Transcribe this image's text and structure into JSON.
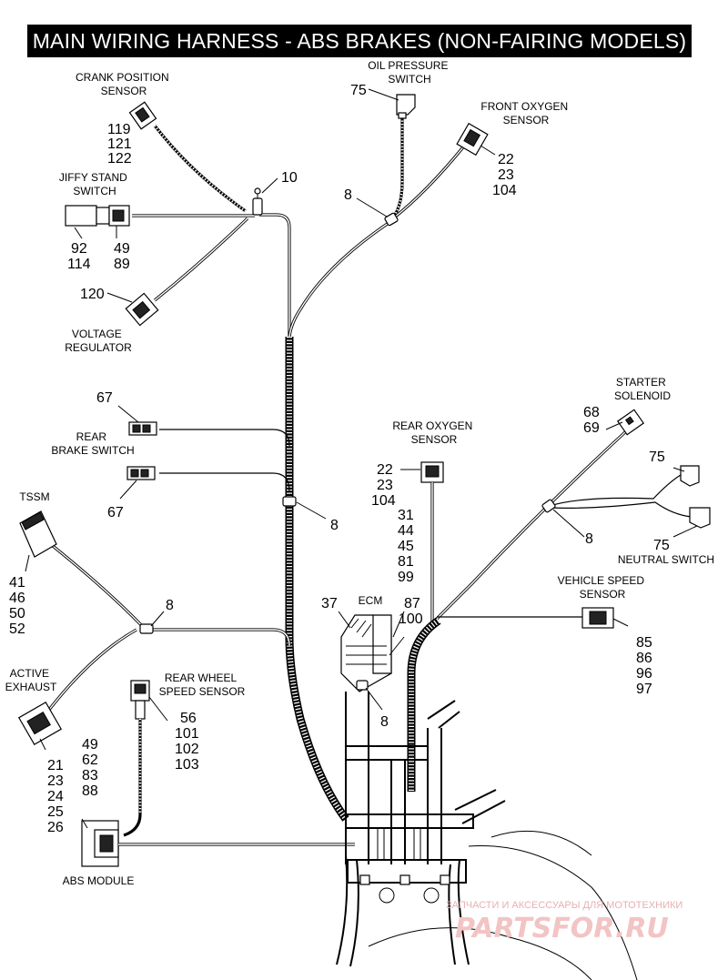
{
  "title": "MAIN WIRING HARNESS - ABS BRAKES (NON-FAIRING MODELS)",
  "labels": {
    "crank_position_sensor": [
      "CRANK POSITION",
      "SENSOR"
    ],
    "oil_pressure_switch": [
      "OIL PRESSURE",
      "SWITCH"
    ],
    "front_oxygen_sensor": [
      "FRONT OXYGEN",
      "SENSOR"
    ],
    "jiffy_stand_switch": [
      "JIFFY STAND",
      "SWITCH"
    ],
    "voltage_regulator": [
      "VOLTAGE",
      "REGULATOR"
    ],
    "rear_brake_switch": [
      "REAR",
      "BRAKE SWITCH"
    ],
    "tssm": [
      "TSSM"
    ],
    "rear_oxygen_sensor": [
      "REAR OXYGEN",
      "SENSOR"
    ],
    "starter_solenoid": [
      "STARTER",
      "SOLENOID"
    ],
    "neutral_switch": [
      "NEUTRAL SWITCH"
    ],
    "vehicle_speed_sensor": [
      "VEHICLE SPEED",
      "SENSOR"
    ],
    "ecm": [
      "ECM"
    ],
    "active_exhaust": [
      "ACTIVE",
      "EXHAUST"
    ],
    "rear_wheel_speed_sensor": [
      "REAR WHEEL",
      "SPEED SENSOR"
    ],
    "abs_module": [
      "ABS MODULE"
    ]
  },
  "callouts": {
    "crank": [
      "119",
      "121",
      "122"
    ],
    "oil": [
      "75"
    ],
    "front_o2": [
      "22",
      "23",
      "104"
    ],
    "clip_10": [
      "10"
    ],
    "clip_8_top": [
      "8"
    ],
    "jiffy_left": [
      "92",
      "114"
    ],
    "jiffy_right": [
      "49",
      "89"
    ],
    "vreg": [
      "120"
    ],
    "brake_top": [
      "67"
    ],
    "brake_bottom": [
      "67"
    ],
    "clip_8_mid": [
      "8"
    ],
    "tssm": [
      "41",
      "46",
      "50",
      "52"
    ],
    "clip_8_left": [
      "8"
    ],
    "rear_o2": [
      "22",
      "23",
      "104"
    ],
    "ecm_list": [
      "31",
      "44",
      "45",
      "81",
      "99"
    ],
    "starter": [
      "68",
      "69"
    ],
    "neutral_top": [
      "75"
    ],
    "clip_8_right": [
      "8"
    ],
    "neutral_bottom": [
      "75"
    ],
    "vss": [
      "85",
      "86",
      "96",
      "97"
    ],
    "ecm_37": [
      "37"
    ],
    "ecm_87": [
      "87",
      "100"
    ],
    "clip_8_ecm": [
      "8"
    ],
    "rear_wss": [
      "56",
      "101",
      "102",
      "103"
    ],
    "active_exhaust": [
      "21",
      "23",
      "24",
      "25",
      "26"
    ],
    "abs": [
      "49",
      "62",
      "83",
      "88"
    ]
  },
  "watermark": {
    "tagline": "ЗАПЧАСТИ И АКСЕССУАРЫ ДЛЯ МОТОТЕХНИКИ",
    "brand": "PARTSFOR.RU"
  }
}
